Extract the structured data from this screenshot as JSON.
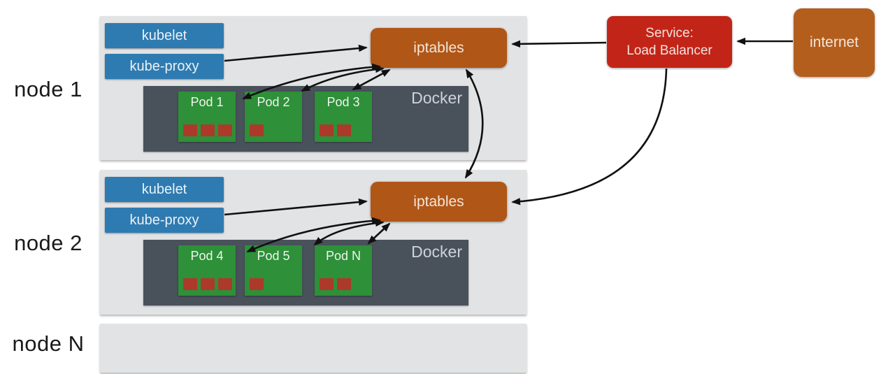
{
  "nodes": [
    {
      "label": "node 1",
      "kubelet": "kubelet",
      "kube_proxy": "kube-proxy",
      "iptables": "iptables",
      "docker": "Docker",
      "pods": [
        {
          "label": "Pod 1",
          "containers": 3
        },
        {
          "label": "Pod 2",
          "containers": 1
        },
        {
          "label": "Pod 3",
          "containers": 2
        }
      ]
    },
    {
      "label": "node 2",
      "kubelet": "kubelet",
      "kube_proxy": "kube-proxy",
      "iptables": "iptables",
      "docker": "Docker",
      "pods": [
        {
          "label": "Pod 4",
          "containers": 3
        },
        {
          "label": "Pod 5",
          "containers": 1
        },
        {
          "label": "Pod N",
          "containers": 2
        }
      ]
    },
    {
      "label": "node N"
    }
  ],
  "service": {
    "line1": "Service:",
    "line2": "Load Balancer"
  },
  "internet": {
    "label": "internet"
  },
  "colors": {
    "kube_blue": "#2e7bb1",
    "iptables_orange": "#b05617",
    "internet_orange": "#b45e1e",
    "service_red": "#c22517",
    "pod_green": "#2e9038",
    "container_red": "#ad392b",
    "docker_gray": "#49515b",
    "node_gray": "#e2e3e4",
    "arrow_black": "#111111"
  }
}
